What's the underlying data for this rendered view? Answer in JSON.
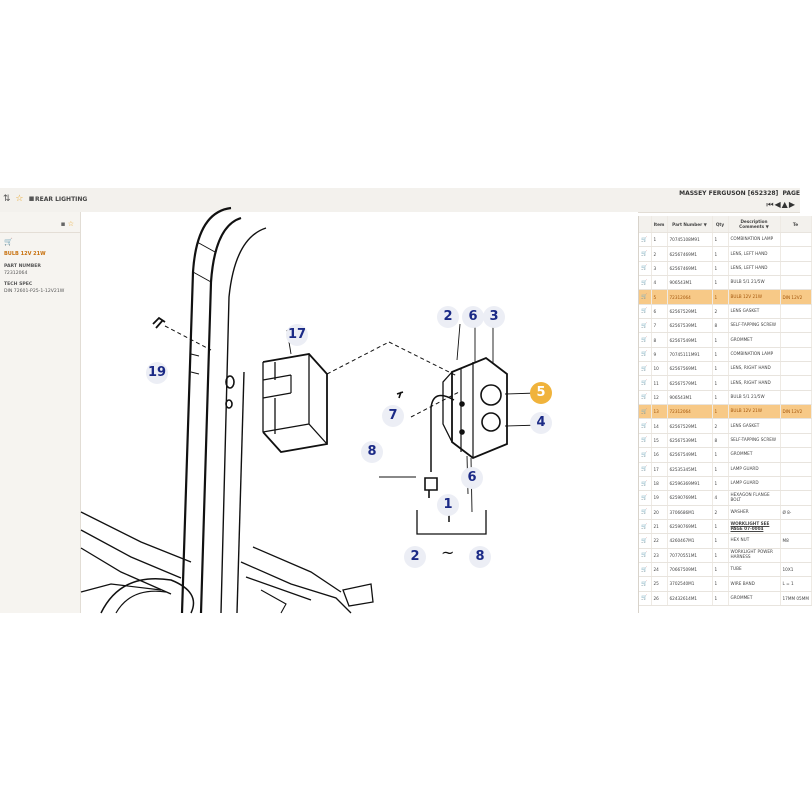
{
  "toolbar": {
    "icons": [
      "sort-icon",
      "star-icon",
      "comment-icon"
    ],
    "title": "REAR LIGHTING",
    "manufacturer": "MASSEY FERGUSON [652328]",
    "page_label": "PAGE",
    "nav": "⏮◀▲▶"
  },
  "left_panel": {
    "part_name": "BULB 12V 21W",
    "part_number_label": "PART NUMBER",
    "part_number": "72312064",
    "tech_spec_label": "TECH SPEC",
    "tech_spec": "DIN 72601-P25-1-12V21W"
  },
  "colors": {
    "accent": "#f0b33c",
    "selected_row": "#f7c987",
    "callout_text": "#1b2a86"
  },
  "callouts": [
    {
      "num": "2"
    },
    {
      "num": "6"
    },
    {
      "num": "3"
    },
    {
      "num": "17"
    },
    {
      "num": "19"
    },
    {
      "num": "5"
    },
    {
      "num": "7"
    },
    {
      "num": "4"
    },
    {
      "num": "8"
    },
    {
      "num": "6"
    },
    {
      "num": "1"
    },
    {
      "num": "2"
    },
    {
      "num": "8"
    }
  ],
  "tilde": "~",
  "table": {
    "headers": {
      "item": "Item",
      "part": "Part Number ▼",
      "qty": "Qty",
      "desc": "Description Comments ▼",
      "tech": "Te"
    },
    "rows": [
      {
        "item": "1",
        "part": "70745108M91",
        "qty": "1",
        "desc": "COMBINATION LAMP",
        "tech": ""
      },
      {
        "item": "2",
        "part": "62567469M1",
        "qty": "1",
        "desc": "LENS, LEFT HAND",
        "tech": ""
      },
      {
        "item": "3",
        "part": "62567469M1",
        "qty": "1",
        "desc": "LENS, LEFT HAND",
        "tech": ""
      },
      {
        "item": "4",
        "part": "906543M1",
        "qty": "1",
        "desc": "BULB 5/1 21/5W",
        "tech": ""
      },
      {
        "item": "5",
        "part": "72312064",
        "qty": "1",
        "desc": "BULB 12V 21W",
        "tech": "DIN 12V2"
      },
      {
        "item": "6",
        "part": "62567529M1",
        "qty": "2",
        "desc": "LENS GASKET",
        "tech": ""
      },
      {
        "item": "7",
        "part": "62567539M1",
        "qty": "8",
        "desc": "SELF-TAPPING SCREW",
        "tech": ""
      },
      {
        "item": "8",
        "part": "62567549M1",
        "qty": "1",
        "desc": "GROMMET",
        "tech": ""
      },
      {
        "item": "9",
        "part": "70745111M91",
        "qty": "1",
        "desc": "COMBINATION LAMP",
        "tech": ""
      },
      {
        "item": "10",
        "part": "62567569M1",
        "qty": "1",
        "desc": "LENS, RIGHT HAND",
        "tech": ""
      },
      {
        "item": "11",
        "part": "62567579M1",
        "qty": "1",
        "desc": "LENS, RIGHT HAND",
        "tech": ""
      },
      {
        "item": "12",
        "part": "906543M1",
        "qty": "1",
        "desc": "BULB 5/1 21/5W",
        "tech": ""
      },
      {
        "item": "13",
        "part": "72312064",
        "qty": "1",
        "desc": "BULB 12V 21W",
        "tech": "DIN 12V2"
      },
      {
        "item": "14",
        "part": "62567529M1",
        "qty": "2",
        "desc": "LENS GASKET",
        "tech": ""
      },
      {
        "item": "15",
        "part": "62567539M1",
        "qty": "8",
        "desc": "SELF-TAPPING SCREW",
        "tech": ""
      },
      {
        "item": "16",
        "part": "62567549M1",
        "qty": "1",
        "desc": "GROMMET",
        "tech": ""
      },
      {
        "item": "17",
        "part": "62535345M1",
        "qty": "1",
        "desc": "LAMP GUARD",
        "tech": ""
      },
      {
        "item": "18",
        "part": "62596369M91",
        "qty": "1",
        "desc": "LAMP GUARD",
        "tech": ""
      },
      {
        "item": "19",
        "part": "62590769M1",
        "qty": "4",
        "desc": "HEXAGON FLANGE BOLT",
        "tech": ""
      },
      {
        "item": "20",
        "part": "3706686M1",
        "qty": "2",
        "desc": "WASHER",
        "tech": "Ø 8-"
      },
      {
        "item": "21",
        "part": "62590769M1",
        "qty": "1",
        "desc": "WORKLIGHT SEE PAGE 07-0004",
        "tech": "",
        "link": true
      },
      {
        "item": "22",
        "part": "4260467M1",
        "qty": "1",
        "desc": "HEX NUT",
        "tech": "M8"
      },
      {
        "item": "23",
        "part": "70770551M1",
        "qty": "1",
        "desc": "WORKLIGHT POWER HARNESS",
        "tech": ""
      },
      {
        "item": "24",
        "part": "70667509M1",
        "qty": "1",
        "desc": "TUBE",
        "tech": "10X1"
      },
      {
        "item": "25",
        "part": "3702540M1",
        "qty": "1",
        "desc": "WIRE BAND",
        "tech": "L = 1"
      },
      {
        "item": "26",
        "part": "62432614M1",
        "qty": "1",
        "desc": "GROMMET",
        "tech": "17MM 05MM"
      }
    ]
  }
}
